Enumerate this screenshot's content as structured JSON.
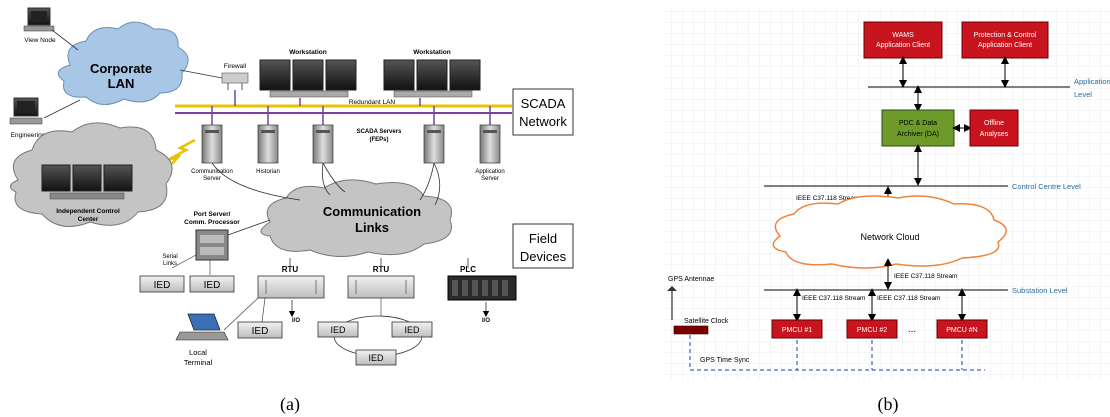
{
  "figure_a": {
    "caption": "(a)",
    "view_node": "View Node",
    "corporate_lan_1": "Corporate",
    "corporate_lan_2": "LAN",
    "engineering": "Engineering",
    "firewall": "Firewall",
    "workstation_1": "Workstation",
    "workstation_2": "Workstation",
    "redundant_lan": "Redundant LAN",
    "scada_network_1": "SCADA",
    "scada_network_2": "Network",
    "scada_servers_1": "SCADA Servers",
    "scada_servers_2": "(FEPs)",
    "communication_server_1": "Communication",
    "communication_server_2": "Server",
    "historian": "Historian",
    "application_server_1": "Application",
    "application_server_2": "Server",
    "independent_center_1": "Independent Control",
    "independent_center_2": "Center",
    "port_server_1": "Port Server/",
    "port_server_2": "Comm. Processor",
    "communication_links_1": "Communication",
    "communication_links_2": "Links",
    "field_devices_1": "Field",
    "field_devices_2": "Devices",
    "serial_links_1": "Serial",
    "serial_links_2": "Links",
    "ied": "IED",
    "rtu_1": "RTU",
    "rtu_2": "RTU",
    "plc": "PLC",
    "io_1": "I/O",
    "io_2": "I/O",
    "local_terminal_1": "Local",
    "local_terminal_2": "Terminal"
  },
  "figure_b": {
    "caption": "(b)",
    "wams_1": "WAMS",
    "wams_2": "Application Client",
    "protection_1": "Protection & Control",
    "protection_2": "Application Client",
    "application_level_1": "Application",
    "application_level_2": "Level",
    "pdc_1": "PDC & Data",
    "pdc_2": "Archiver (DA)",
    "offline_1": "Offline",
    "offline_2": "Analyses",
    "control_centre_level": "Control Centre Level",
    "stream_1": "IEEE C37.118 Stream",
    "network_cloud": "Network Cloud",
    "stream_2": "IEEE C37.118 Stream",
    "substation_level": "Substation Level",
    "gps_antennae": "GPS Antennae",
    "stream_3": "IEEE C37.118 Stream",
    "stream_4": "IEEE C37.118 Stream",
    "satellite_clock": "Satellite Clock",
    "pmcu_1": "PMCU #1",
    "pmcu_2": "PMCU #2",
    "ellipsis": "...",
    "pmcu_n": "PMCU #N",
    "gps_time_sync": "GPS Time Sync"
  },
  "colors": {
    "red_box": "#c8141e",
    "green_box": "#6e9a2a",
    "cloud_blue": "#a8c6e6",
    "cloud_gray": "#c4c4c4",
    "cloud_orange": "#f0843c",
    "level_line": "#2a6d9c",
    "lan_yellow": "#e8c200"
  }
}
